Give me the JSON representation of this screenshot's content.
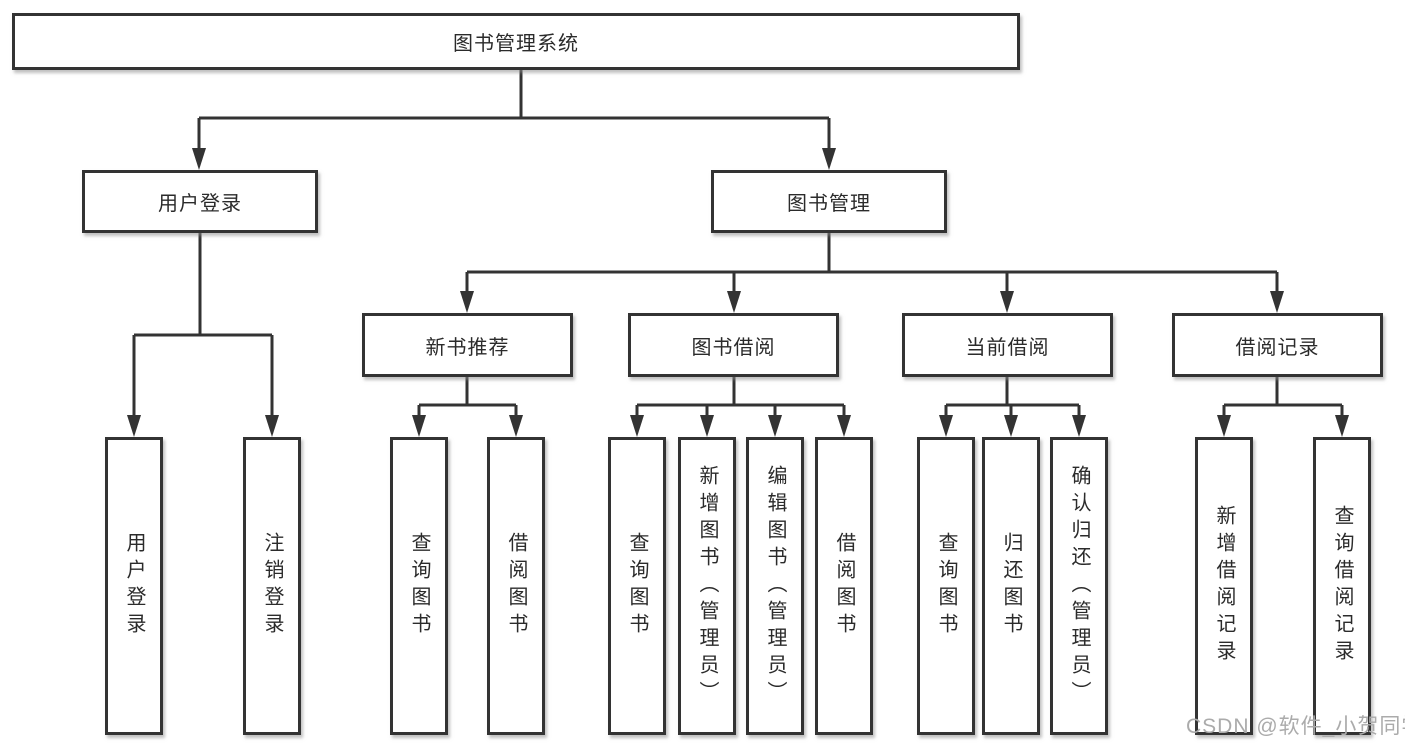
{
  "diagram": {
    "root": "图书管理系统",
    "branches": [
      {
        "label": "用户登录",
        "children": [
          "用户登录",
          "注销登录"
        ]
      },
      {
        "label": "图书管理",
        "groups": [
          {
            "label": "新书推荐",
            "children": [
              "查询图书",
              "借阅图书"
            ]
          },
          {
            "label": "图书借阅",
            "children": [
              "查询图书",
              "新增图书（管理员）",
              "编辑图书（管理员）",
              "借阅图书"
            ]
          },
          {
            "label": "当前借阅",
            "children": [
              "查询图书",
              "归还图书",
              "确认归还（管理员）"
            ]
          },
          {
            "label": "借阅记录",
            "children": [
              "新增借阅记录",
              "查询借阅记录"
            ]
          }
        ]
      }
    ],
    "watermark": "CSDN @软件_小贺同学",
    "colors": {
      "line": "#333333",
      "box_border": "#333333",
      "box_fill": "#ffffff",
      "text": "#2b2b2b",
      "watermark": "#ababab",
      "background": "#ffffff"
    }
  }
}
